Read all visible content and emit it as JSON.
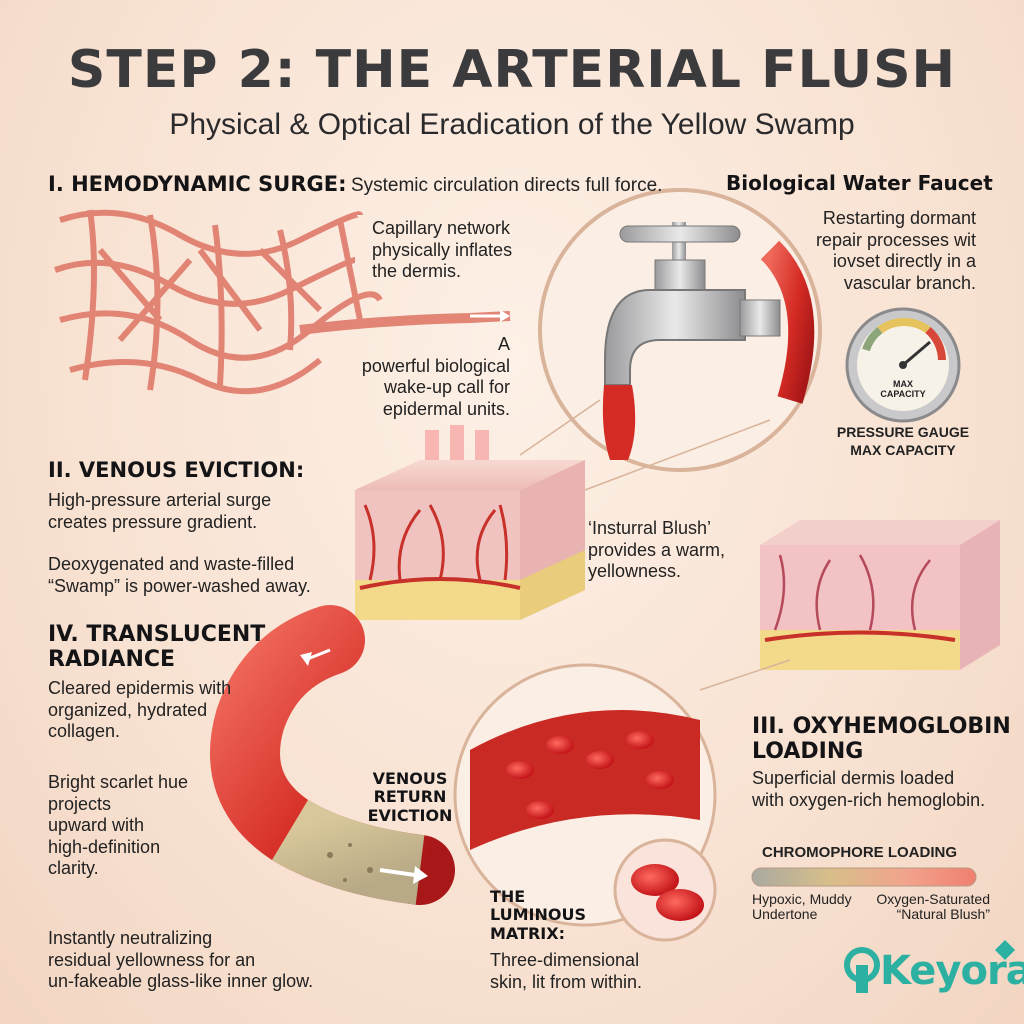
{
  "header": {
    "title": "STEP 2: THE ARTERIAL FLUSH",
    "subtitle": "Physical & Optical Eradication of the Yellow Swamp"
  },
  "section1": {
    "heading": "I. HEMODYNAMIC SURGE:",
    "text": "Systemic circulation directs full force.",
    "capillary_note": [
      "Capillary network",
      "physically inflates",
      "the dermis."
    ],
    "wakeup_note": [
      "A",
      "powerful biological",
      "wake-up call for",
      "epidermal units."
    ]
  },
  "faucet": {
    "title": "Biological Water Faucet",
    "note": [
      "Restarting dormant",
      "repair processes wit",
      "iovset directly in a",
      "vascular branch."
    ],
    "gauge_face": [
      "MAX",
      "CAPACITY"
    ],
    "gauge_label": [
      "PRESSURE GAUGE",
      "MAX CAPACITY"
    ]
  },
  "section2": {
    "heading": "II. VENOUS EVICTION:",
    "p1": [
      "High-pressure arterial surge",
      "creates pressure gradient."
    ],
    "p2": [
      "Deoxygenated and waste-filled",
      "“Swamp” is power-washed away."
    ],
    "blush_note": [
      "‘Insturral Blush’",
      "provides a warm,",
      "yellowness."
    ]
  },
  "section4": {
    "heading": [
      "IV. TRANSLUCENT",
      "RADIANCE"
    ],
    "p1": [
      "Cleared epidermis with",
      "organized, hydrated",
      "collagen."
    ],
    "p2": [
      "Bright scarlet hue",
      "projects",
      "upward with",
      "high-definition",
      "clarity."
    ],
    "p3": [
      "Instantly neutralizing",
      "residual yellowness for an",
      "un-fakeable glass-like inner glow."
    ],
    "venous_label": [
      "VENOUS",
      "RETURN",
      "EVICTION"
    ]
  },
  "section3": {
    "heading": [
      "III. OXYHEMOGLOBIN",
      "LOADING"
    ],
    "text": [
      "Superficial dermis loaded",
      "with oxygen-rich hemoglobin."
    ],
    "chromophore_title": "CHROMOPHORE LOADING",
    "scale_left": [
      "Hypoxic, Muddy",
      "Undertone"
    ],
    "scale_right": [
      "Oxygen-Saturated",
      "“Natural Blush”"
    ],
    "matrix_heading": [
      "THE",
      "LUMINOUS",
      "MATRIX:"
    ],
    "matrix_text": [
      "Three-dimensional",
      "skin, lit from within."
    ]
  },
  "brand": {
    "logo_text": "Keyora",
    "color": "#2bb0a2"
  },
  "colors": {
    "vessel_red": "#d9342b",
    "skin_pink": "#f2c4c0",
    "fat_yellow": "#f3d98a"
  }
}
